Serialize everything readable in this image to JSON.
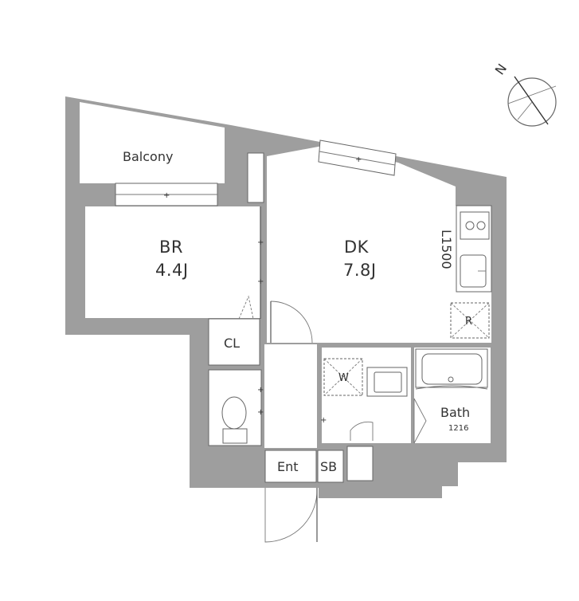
{
  "rooms": {
    "balcony": "Balcony",
    "br_name": "BR",
    "br_size": "4.4J",
    "dk_name": "DK",
    "dk_size": "7.8J",
    "closet": "CL",
    "entrance": "Ent",
    "shoe_box": "SB",
    "bath_name": "Bath",
    "bath_size": "1216",
    "washer": "W",
    "fridge": "R"
  },
  "kitchen_width": "L1500",
  "compass": {
    "north": "N"
  },
  "colors": {
    "wall": "#9e9e9e",
    "line": "#555555",
    "background": "#ffffff"
  }
}
